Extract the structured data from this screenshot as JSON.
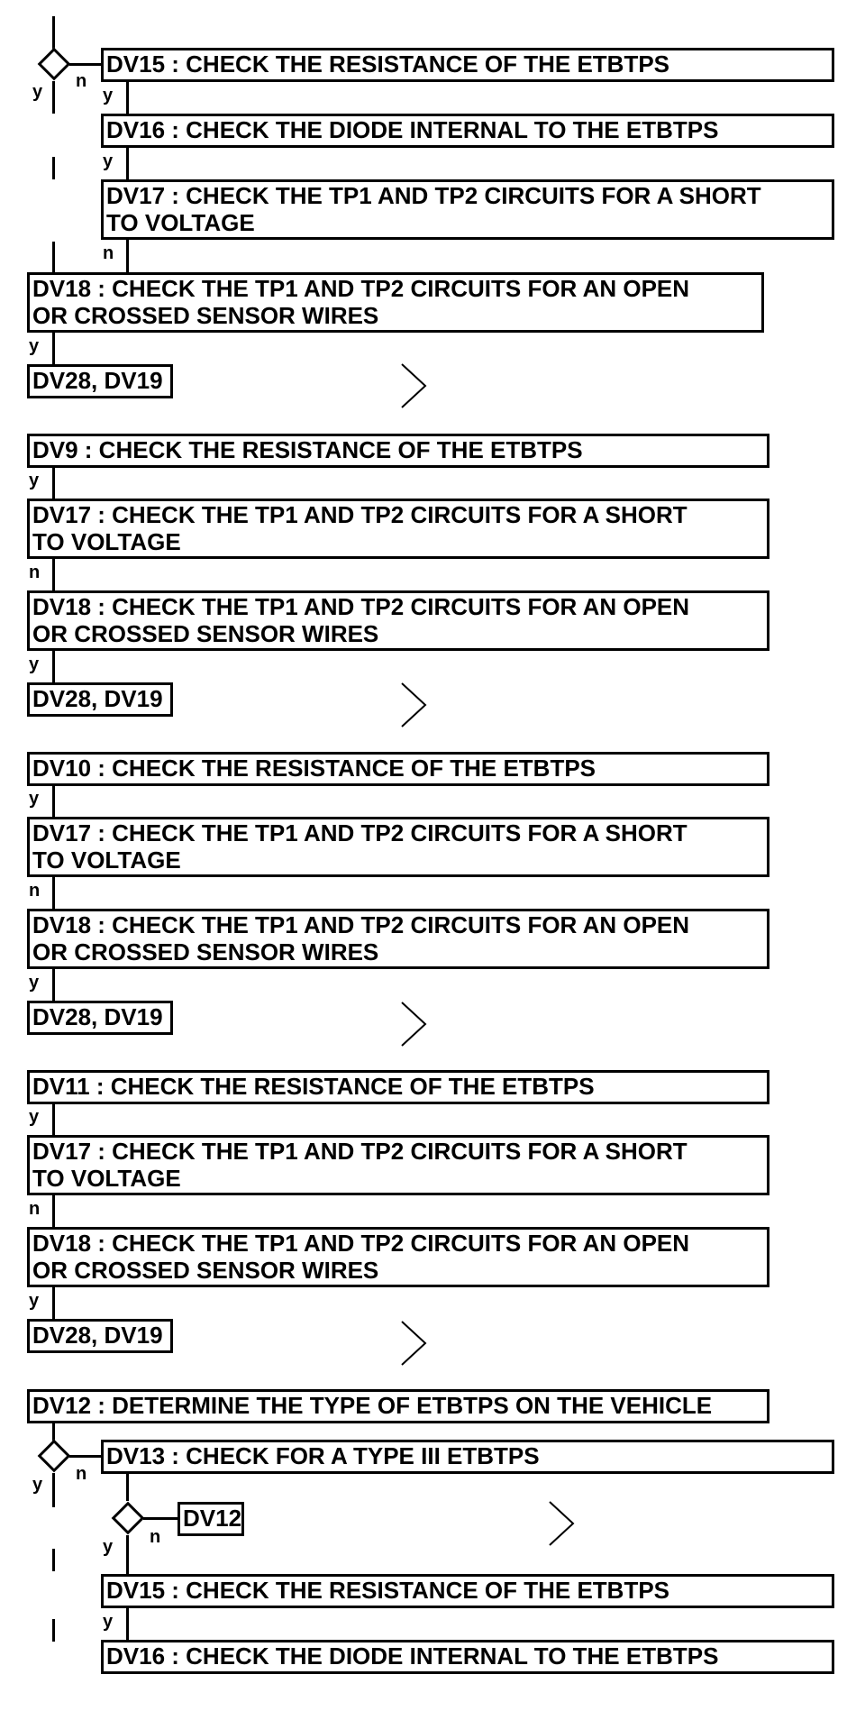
{
  "boxes": [
    {
      "id": "dv15-a",
      "text": "DV15 : CHECK THE RESISTANCE OF THE ETBTPS"
    },
    {
      "id": "dv16-a",
      "text": "DV16 : CHECK THE DIODE INTERNAL TO THE ETBTPS"
    },
    {
      "id": "dv17-a",
      "text": "DV17 : CHECK THE TP1 AND TP2 CIRCUITS FOR A SHORT\nTO VOLTAGE"
    },
    {
      "id": "dv18-a",
      "text": "DV18 : CHECK THE TP1 AND TP2 CIRCUITS FOR AN OPEN\nOR CROSSED SENSOR WIRES"
    },
    {
      "id": "dv28-a",
      "text": "DV28, DV19"
    },
    {
      "id": "dv9",
      "text": "DV9 : CHECK THE RESISTANCE OF THE ETBTPS"
    },
    {
      "id": "dv17-b",
      "text": "DV17 : CHECK THE TP1 AND TP2 CIRCUITS FOR A SHORT\nTO VOLTAGE"
    },
    {
      "id": "dv18-b",
      "text": "DV18 : CHECK THE TP1 AND TP2 CIRCUITS FOR AN OPEN\nOR CROSSED SENSOR WIRES"
    },
    {
      "id": "dv28-b",
      "text": "DV28, DV19"
    },
    {
      "id": "dv10",
      "text": "DV10 : CHECK THE RESISTANCE OF THE ETBTPS"
    },
    {
      "id": "dv17-c",
      "text": "DV17 : CHECK THE TP1 AND TP2 CIRCUITS FOR A SHORT\nTO VOLTAGE"
    },
    {
      "id": "dv18-c",
      "text": "DV18 : CHECK THE TP1 AND TP2 CIRCUITS FOR AN OPEN\nOR CROSSED SENSOR WIRES"
    },
    {
      "id": "dv28-c",
      "text": "DV28, DV19"
    },
    {
      "id": "dv11",
      "text": "DV11 : CHECK THE RESISTANCE OF THE ETBTPS"
    },
    {
      "id": "dv17-d",
      "text": "DV17 : CHECK THE TP1 AND TP2 CIRCUITS FOR A SHORT\nTO VOLTAGE"
    },
    {
      "id": "dv18-d",
      "text": "DV18 : CHECK THE TP1 AND TP2 CIRCUITS FOR AN OPEN\nOR CROSSED SENSOR WIRES"
    },
    {
      "id": "dv28-d",
      "text": "DV28, DV19"
    },
    {
      "id": "dv12",
      "text": "DV12 : DETERMINE THE TYPE OF ETBTPS ON THE VEHICLE"
    },
    {
      "id": "dv13",
      "text": "DV13 : CHECK FOR A TYPE III ETBTPS"
    },
    {
      "id": "dv12-ref",
      "text": "DV12"
    },
    {
      "id": "dv15-b",
      "text": "DV15 : CHECK THE RESISTANCE OF THE ETBTPS"
    },
    {
      "id": "dv16-b",
      "text": "DV16 : CHECK THE DIODE INTERNAL TO THE ETBTPS"
    }
  ],
  "labels": {
    "y": "y",
    "n": "n"
  }
}
